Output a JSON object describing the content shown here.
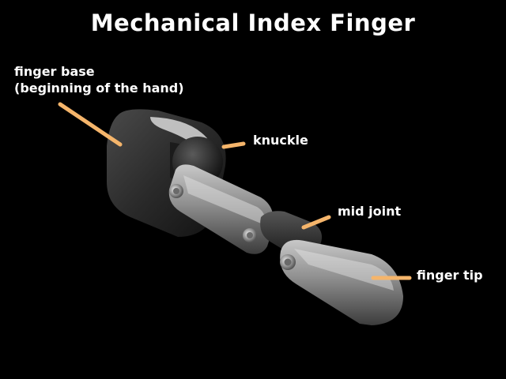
{
  "title": "Mechanical Index Finger",
  "labels": {
    "finger_base_line1": "finger base",
    "finger_base_line2": "(beginning of the hand)",
    "knuckle": "knuckle",
    "mid_joint": "mid joint",
    "finger_tip": "finger tip"
  },
  "colors": {
    "background": "#000000",
    "text": "#ffffff",
    "leader_line": "#f5b56b"
  }
}
